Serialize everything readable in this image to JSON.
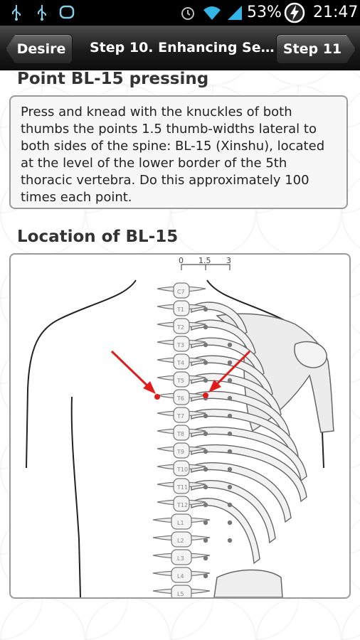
{
  "status_bar": {
    "battery_percent": "53%",
    "time": "21:47",
    "icons": [
      "usb-icon",
      "usb-icon",
      "message-bubble-icon",
      "alarm-icon",
      "wifi-icon",
      "signal-icon",
      "battery-charging-icon"
    ]
  },
  "title_bar": {
    "back_label": "Desire",
    "title": "Step 10. Enhancing Sex...",
    "next_label": "Step 11"
  },
  "section1": {
    "heading": "Point BL-15 pressing",
    "text": "Press and knead with the knuckles of both thumbs the points 1.5 thumb-widths lateral to both sides of the spine: BL-15 (Xinshu), located at the level of the lower border of the 5th thoracic vertebra. Do this approximately 100 times each point."
  },
  "section2": {
    "heading": "Location of BL-15",
    "scale_labels": [
      "0",
      "1.5",
      "3"
    ],
    "vertebra_labels": [
      "C7",
      "T1",
      "T2",
      "T3",
      "T4",
      "T5",
      "T6",
      "T7",
      "T8",
      "T9",
      "T10",
      "T11",
      "T12",
      "L1",
      "L2",
      "L3",
      "L4",
      "L5"
    ]
  },
  "colors": {
    "marker_red": "#e01b1b",
    "acupoint_grey": "#777777"
  }
}
